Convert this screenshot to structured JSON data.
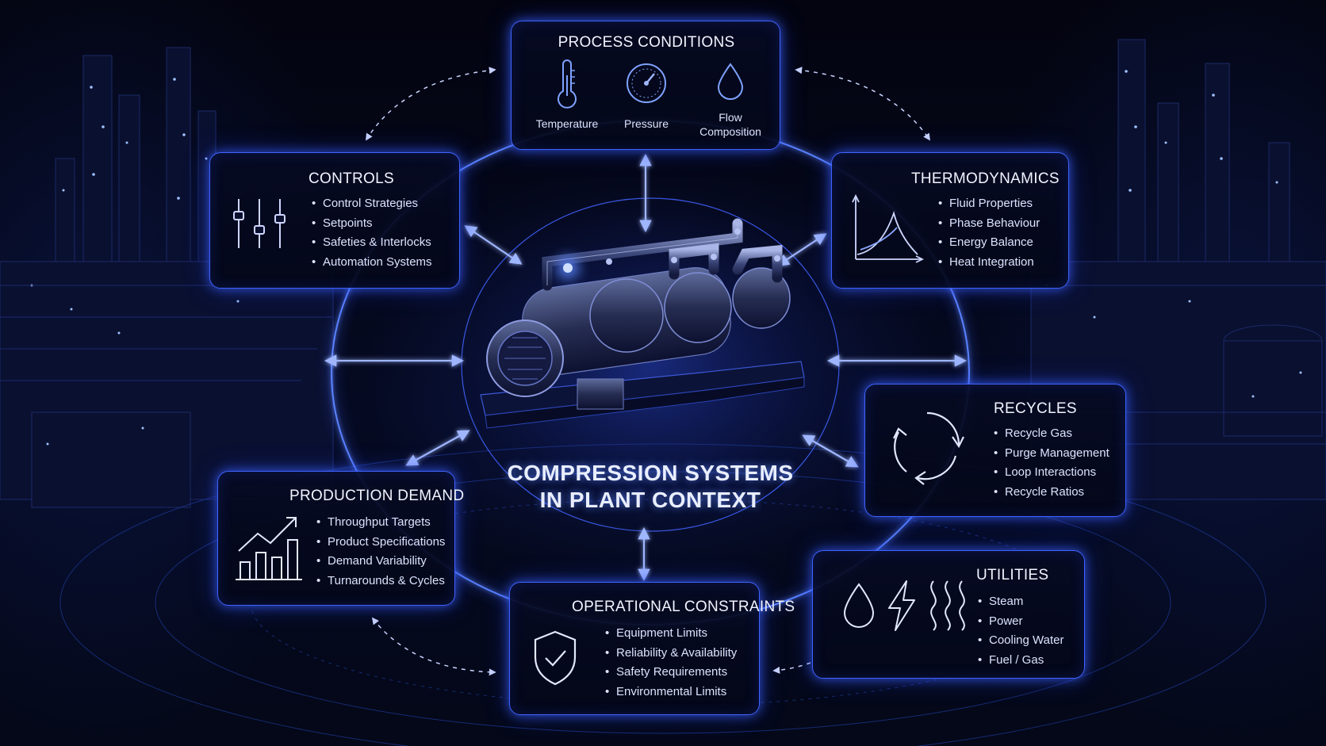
{
  "center": {
    "title_line1": "COMPRESSION SYSTEMS",
    "title_line2": "IN PLANT CONTEXT"
  },
  "process_conditions": {
    "title": "PROCESS CONDITIONS",
    "temperature": "Temperature",
    "pressure": "Pressure",
    "flow_line1": "Flow",
    "flow_line2": "Composition",
    "icons": [
      "thermometer-icon",
      "gauge-icon",
      "droplet-icon"
    ]
  },
  "controls": {
    "title": "CONTROLS",
    "items": [
      "Control Strategies",
      "Setpoints",
      "Safeties & Interlocks",
      "Automation Systems"
    ],
    "icon": "sliders-icon"
  },
  "thermodynamics": {
    "title": "THERMODYNAMICS",
    "items": [
      "Fluid Properties",
      "Phase Behaviour",
      "Energy Balance",
      "Heat Integration"
    ],
    "icon": "phase-diagram-icon"
  },
  "recycles": {
    "title": "RECYCLES",
    "items": [
      "Recycle Gas",
      "Purge Management",
      "Loop Interactions",
      "Recycle Ratios"
    ],
    "icon": "recycle-icon"
  },
  "production_demand": {
    "title": "PRODUCTION DEMAND",
    "items": [
      "Throughput Targets",
      "Product Specifications",
      "Demand Variability",
      "Turnarounds & Cycles"
    ],
    "icon": "growth-chart-icon"
  },
  "operational_constraints": {
    "title": "OPERATIONAL CONSTRAINTS",
    "items": [
      "Equipment Limits",
      "Reliability & Availability",
      "Safety Requirements",
      "Environmental Limits"
    ],
    "icon": "shield-check-icon"
  },
  "utilities": {
    "title": "UTILITIES",
    "items": [
      "Steam",
      "Power",
      "Cooling Water",
      "Fuel / Gas"
    ],
    "icons": [
      "droplet-icon",
      "lightning-icon",
      "heat-waves-icon"
    ]
  },
  "colors": {
    "accent": "#3f63ff",
    "glow": "#5a82ff",
    "background": "#02030c",
    "text": "#e8ecff"
  }
}
